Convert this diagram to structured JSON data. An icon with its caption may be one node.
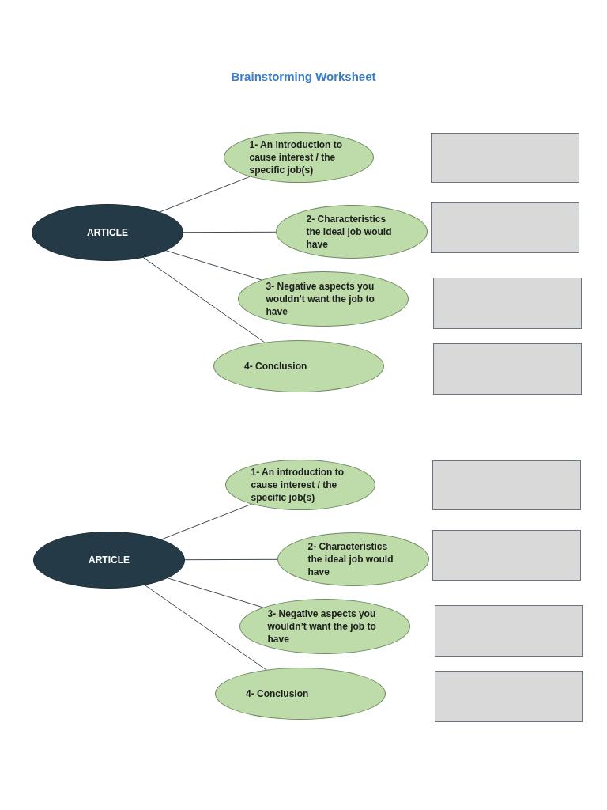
{
  "diagram": {
    "title": "Brainstorming Worksheet",
    "nodes": [
      {
        "text": [
          "ARTICLE"
        ]
      },
      {
        "text": [
          "1- An introduction to cause interest / the specific job(s)"
        ]
      },
      {
        "text": [
          "2- Characteristics the ideal job would have"
        ]
      },
      {
        "text": [
          "3- Negative aspects you wouldn’t want the job to have"
        ]
      },
      {
        "text": [
          "4- Conclusion"
        ]
      },
      {
        "text": [],
        "shape": "box"
      },
      {
        "text": [],
        "shape": "box"
      },
      {
        "text": [],
        "shape": "box"
      },
      {
        "text": [],
        "shape": "box"
      },
      {
        "text": [
          "ARTICLE"
        ]
      },
      {
        "text": [
          "1- An introduction to cause interest / the specific job(s)"
        ]
      },
      {
        "text": [
          "2- Characteristics the ideal job would have"
        ]
      },
      {
        "text": [
          "3- Negative aspects you wouldn’t want the job to have"
        ]
      },
      {
        "text": [
          "4- Conclusion"
        ]
      },
      {
        "text": [],
        "shape": "box"
      },
      {
        "text": [],
        "shape": "box"
      },
      {
        "text": [],
        "shape": "box"
      },
      {
        "text": [],
        "shape": "box"
      }
    ],
    "edges": [
      {
        "from": 0,
        "to": 1,
        "arrow": "none"
      },
      {
        "from": 0,
        "to": 2,
        "arrow": "none"
      },
      {
        "from": 0,
        "to": 3,
        "arrow": "none"
      },
      {
        "from": 0,
        "to": 4,
        "arrow": "none"
      },
      {
        "from": 9,
        "to": 10,
        "arrow": "none"
      },
      {
        "from": 9,
        "to": 11,
        "arrow": "none"
      },
      {
        "from": 9,
        "to": 12,
        "arrow": "none"
      },
      {
        "from": 9,
        "to": 13,
        "arrow": "none"
      }
    ]
  }
}
